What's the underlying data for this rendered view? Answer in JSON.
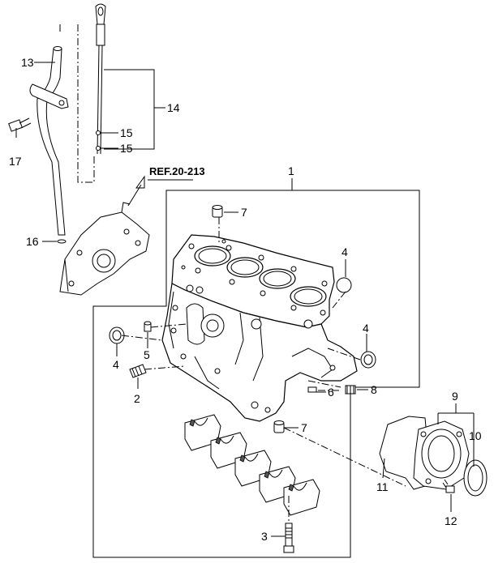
{
  "diagram": {
    "reference_label": "REF.20-213",
    "callouts": {
      "c1": "1",
      "c2": "2",
      "c3": "3",
      "c4a": "4",
      "c4b": "4",
      "c5": "5",
      "c6": "6",
      "c7a": "7",
      "c7b": "7",
      "c8": "8",
      "c9": "9",
      "c10": "10",
      "c11": "11",
      "c12": "12",
      "c13": "13",
      "c14": "14",
      "c15a": "15",
      "c15b": "15",
      "c16": "16",
      "c17": "17"
    }
  }
}
